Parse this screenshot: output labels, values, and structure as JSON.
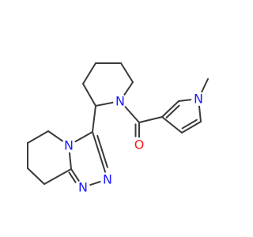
{
  "molecule": {
    "atoms": {
      "n_pip": {
        "symbol": "N",
        "color": "#1a1aff"
      },
      "n_pyr": {
        "symbol": "N",
        "color": "#1a1aff"
      },
      "me_pyr": {
        "symbol": "",
        "color": "#3a3a3a"
      },
      "o_carb": {
        "symbol": "O",
        "color": "#ff1a1a"
      },
      "n_tri4": {
        "symbol": "N",
        "color": "#1a1aff"
      },
      "n_tri1": {
        "symbol": "N",
        "color": "#1a1aff"
      },
      "n_tri2": {
        "symbol": "N",
        "color": "#1a1aff"
      }
    },
    "bond_color": "#3a3a3a"
  }
}
